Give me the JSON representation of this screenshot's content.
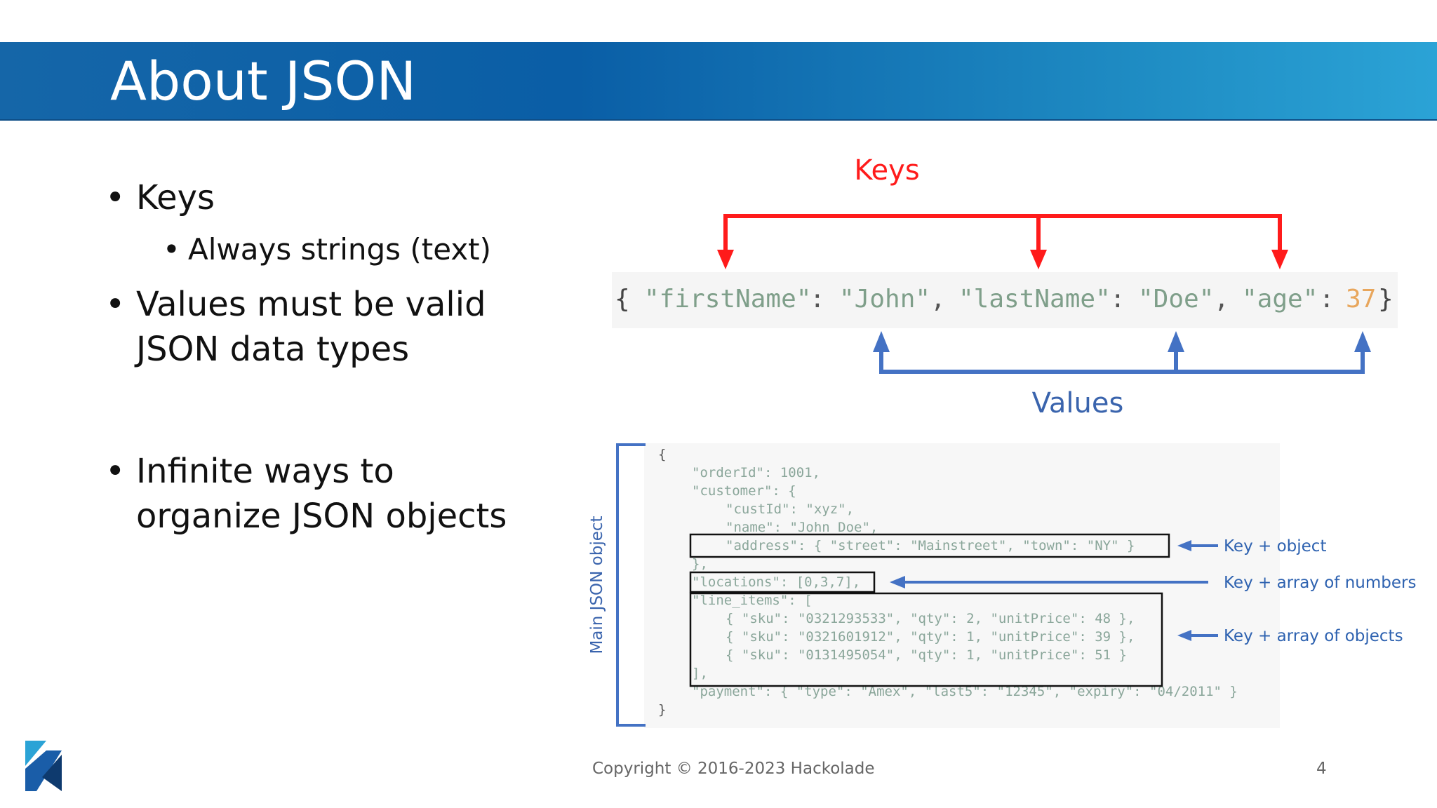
{
  "slide": {
    "title": "About JSON",
    "bullets": [
      {
        "text": "Keys",
        "sub": [
          "Always strings (text)"
        ]
      },
      {
        "text_lines": [
          "Values must be valid",
          "JSON data types"
        ]
      },
      {
        "text_lines": [
          "Infinite ways to",
          "organize JSON objects"
        ]
      }
    ],
    "bullet_glyph": "•"
  },
  "top_diagram": {
    "keys_label": "Keys",
    "values_label": "Values",
    "tokens": [
      "{",
      "\"firstName\"",
      ":",
      "\"John\"",
      ",",
      "\"lastName\"",
      ":",
      "\"Doe\"",
      ",",
      "\"age\"",
      ":",
      "37",
      "}"
    ],
    "key_color": "#ff1b1b",
    "value_color": "#4472c4"
  },
  "bottom_diagram": {
    "side_label": "Main JSON object",
    "code_lines": [
      "{",
      "\"orderId\": 1001,",
      "\"customer\": {",
      "\"custId\": \"xyz\",",
      "\"name\": \"John Doe\",",
      "\"address\": { \"street\": \"Mainstreet\", \"town\": \"NY\" }",
      "},",
      "\"locations\": [0,3,7],",
      "\"line_items\": [",
      "{ \"sku\": \"0321293533\", \"qty\": 2, \"unitPrice\": 48 },",
      "{ \"sku\": \"0321601912\", \"qty\": 1, \"unitPrice\": 39 },",
      "{ \"sku\": \"0131495054\", \"qty\": 1, \"unitPrice\": 51 }",
      "],",
      "\"payment\": { \"type\": \"Amex\", \"last5\": \"12345\", \"expiry\": \"04/2011\" }",
      "}"
    ],
    "annotations": [
      "Key + object",
      "Key + array of numbers",
      "Key + array of objects"
    ]
  },
  "footer": {
    "copyright": "Copyright © 2016-2023 Hackolade",
    "page_number": "4"
  },
  "colors": {
    "banner": "#0a5ea6",
    "key_red": "#ff1b1b",
    "value_blue": "#4472c4",
    "string_green": "#7f9f8a",
    "number_orange": "#e8a65c"
  }
}
